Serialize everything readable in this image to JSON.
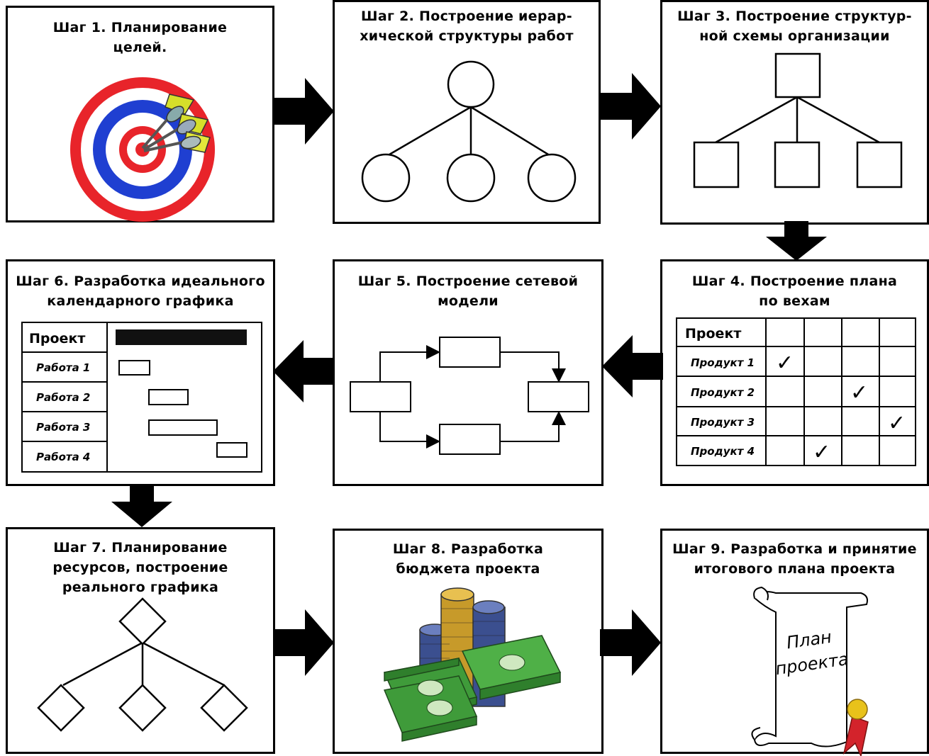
{
  "steps": [
    {
      "id": 1,
      "title": "Шаг 1. Планирование\nцелей."
    },
    {
      "id": 2,
      "title": "Шаг 2. Построение иерар-\nхической структуры работ"
    },
    {
      "id": 3,
      "title": "Шаг 3. Построение структур-\nной схемы организации"
    },
    {
      "id": 4,
      "title": "Шаг 4. Построение плана\nпо вехам"
    },
    {
      "id": 5,
      "title": "Шаг 5. Построение сетевой\nмодели"
    },
    {
      "id": 6,
      "title": "Шаг 6. Разработка идеального\nкалендарного графика"
    },
    {
      "id": 7,
      "title": "Шаг 7. Планирование\nресурсов, построение\nреального графика"
    },
    {
      "id": 8,
      "title": "Шаг 8. Разработка\nбюджета проекта"
    },
    {
      "id": 9,
      "title": "Шаг 9. Разработка и принятие\nитогового плана проекта"
    }
  ],
  "milestone_table": {
    "header": "Проект",
    "rows": [
      "Продукт 1",
      "Продукт 2",
      "Продукт 3",
      "Продукт 4"
    ],
    "check_columns": [
      1,
      3,
      4,
      2
    ],
    "checkmark": "✓"
  },
  "gantt": {
    "header": "Проект",
    "rows": [
      "Работа 1",
      "Работа 2",
      "Работа 3",
      "Работа 4"
    ]
  },
  "scroll": {
    "line1": "План",
    "line2": "проекта"
  },
  "colors": {
    "target_red": "#e8242a",
    "target_blue": "#1f3fd1",
    "money_green": "#3f9b3a",
    "coin_gold": "#c79a2a",
    "coin_blue": "#3b4f8f",
    "seal_red": "#d3232b",
    "seal_gold": "#e8c21a"
  }
}
